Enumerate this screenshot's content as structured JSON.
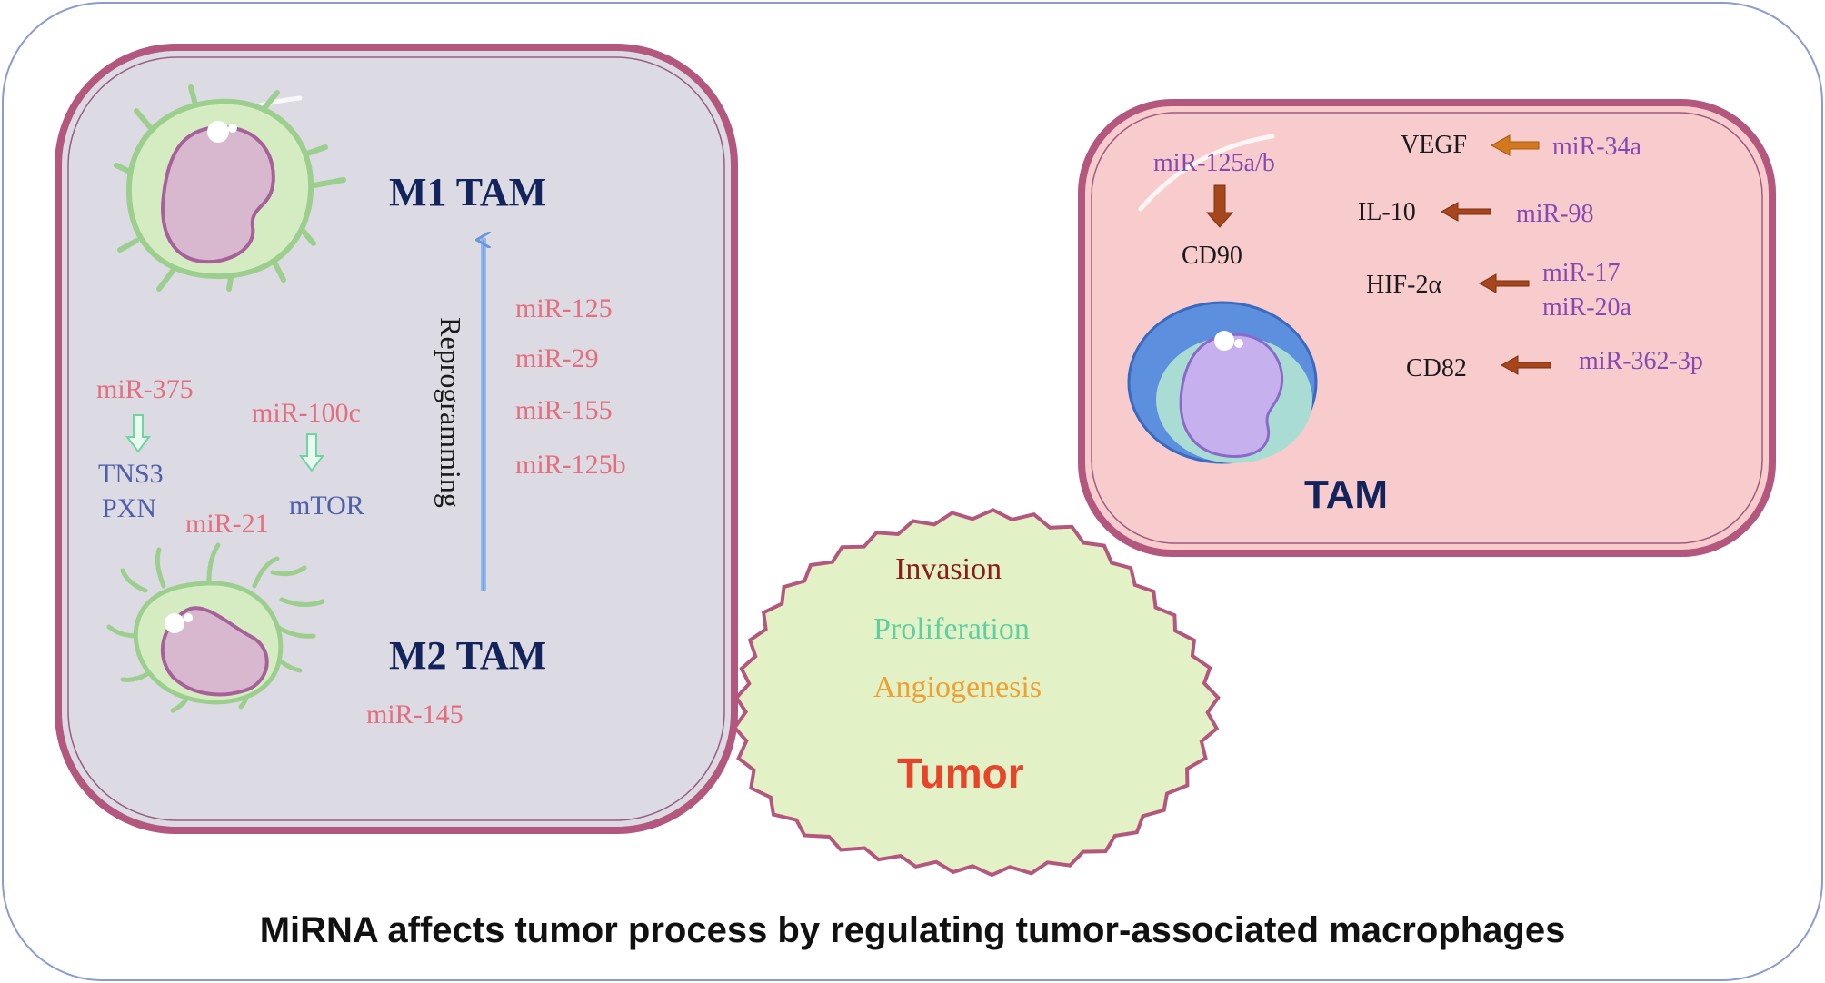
{
  "left_panel": {
    "m1_title": "M1 TAM",
    "m2_title": "M2 TAM",
    "reprogramming_label": "Reprogramming",
    "reprogramming_mirnas": [
      "miR-125",
      "miR-29",
      "miR-155",
      "miR-125b"
    ],
    "mir375": "miR-375",
    "mir375_targets": [
      "TNS3",
      "PXN"
    ],
    "mir100c": "miR-100c",
    "mir100c_target": "mTOR",
    "mir21": "miR-21",
    "mir145": "miR-145"
  },
  "tam_panel": {
    "title": "TAM",
    "mir125ab": "miR-125a/b",
    "cd90": "CD90",
    "rows": [
      {
        "target": "VEGF",
        "mirnas": [
          "miR-34a"
        ]
      },
      {
        "target": "IL-10",
        "mirnas": [
          "miR-98"
        ]
      },
      {
        "target": "HIF-2α",
        "mirnas": [
          "miR-17",
          "miR-20a"
        ]
      },
      {
        "target": "CD82",
        "mirnas": [
          "miR-362-3p"
        ]
      }
    ]
  },
  "tumor": {
    "title": "Tumor",
    "processes": [
      "Invasion",
      "Proliferation",
      "Angiogenesis"
    ]
  },
  "footer": {
    "caption": "MiRNA affects tumor process by regulating tumor-associated macrophages"
  },
  "colors": {
    "mirna_pink": "#e46e7e",
    "target_blue": "#4f5faa",
    "mirna_purple": "#8848b4",
    "arrow_brown": "#a5461c",
    "arrow_green": "#6fd4a0",
    "invasion": "#8b1c1c",
    "proliferation": "#5fcf9f",
    "angiogenesis": "#f0a030",
    "tumor_title": "#e8442a",
    "title_navy": "#13235c"
  }
}
